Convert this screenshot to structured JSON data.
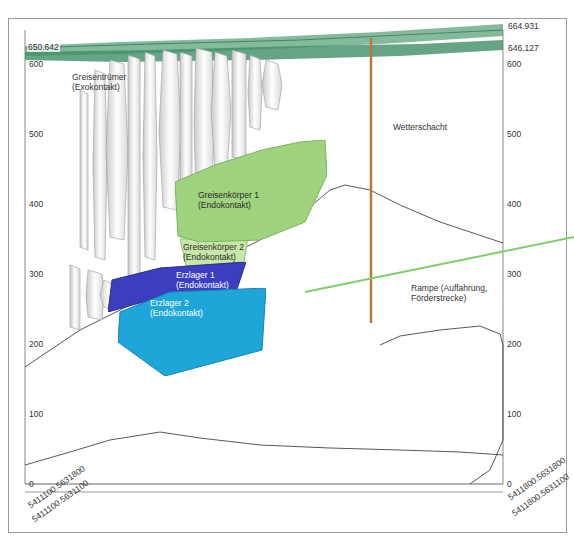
{
  "diagram": {
    "nodes": [
      {
        "text": [
          "Greisenkörper 1 (Endokontakt)"
        ]
      },
      {
        "text": [
          "Greisenkörper 2 (Endokontakt)"
        ]
      },
      {
        "text": [
          "Erzlager 1 (Endokontakt)"
        ]
      },
      {
        "text": [
          "Erzlager 2 (Endokontakt)"
        ]
      }
    ],
    "labels": [
      "650.642",
      "664.931",
      "646.127",
      "600",
      "500",
      "400",
      "300",
      "200",
      "100",
      "0",
      "600",
      "500",
      "400",
      "300",
      "200",
      "100",
      "0",
      "Greisentrümer (Exokontakt)",
      "Wetterschacht",
      "Rampe (Auffahrung, Förderstrecke)",
      "5411100.5631800",
      "5411100.5631100",
      "5411800.5631800",
      "5411800.5631100"
    ]
  }
}
